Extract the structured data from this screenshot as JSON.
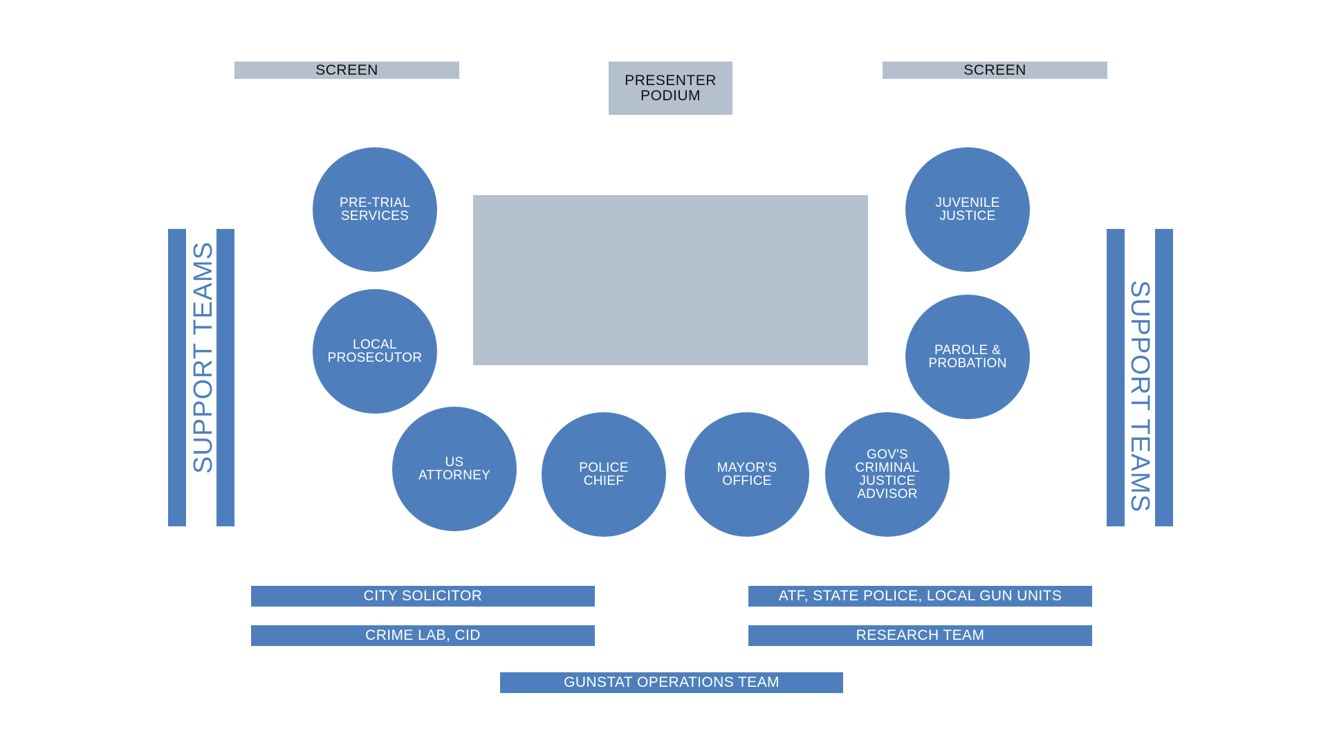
{
  "colors": {
    "blue": "#4e7fbc",
    "gray": "#b4c0ce",
    "background": "#ffffff"
  },
  "screens": {
    "left": "SCREEN",
    "right": "SCREEN"
  },
  "podium": {
    "line1": "PRESENTER",
    "line2": "PODIUM"
  },
  "seats": {
    "pretrial": {
      "line1": "PRE-TRIAL",
      "line2": "SERVICES"
    },
    "prosecutor": {
      "line1": "LOCAL",
      "line2": "PROSECUTOR"
    },
    "us_attorney": {
      "line1": "US",
      "line2": "ATTORNEY"
    },
    "police_chief": {
      "line1": "POLICE",
      "line2": "CHIEF"
    },
    "mayors_office": {
      "line1": "MAYOR'S",
      "line2": "OFFICE"
    },
    "govs_advisor": {
      "line1": "GOV'S",
      "line2": "CRIMINAL",
      "line3": "JUSTICE",
      "line4": "ADVISOR"
    },
    "juvenile": {
      "line1": "JUVENILE",
      "line2": "JUSTICE"
    },
    "parole": {
      "line1": "PAROLE &",
      "line2": "PROBATION"
    }
  },
  "support": {
    "left_label": "SUPPORT TEAMS",
    "right_label": "SUPPORT TEAMS"
  },
  "bottom_bars": {
    "city_solicitor": "CITY SOLICITOR",
    "crime_lab": "CRIME LAB, CID",
    "atf": "ATF, STATE POLICE, LOCAL GUN UNITS",
    "research": "RESEARCH TEAM",
    "gunstat": "GUNSTAT OPERATIONS TEAM"
  }
}
